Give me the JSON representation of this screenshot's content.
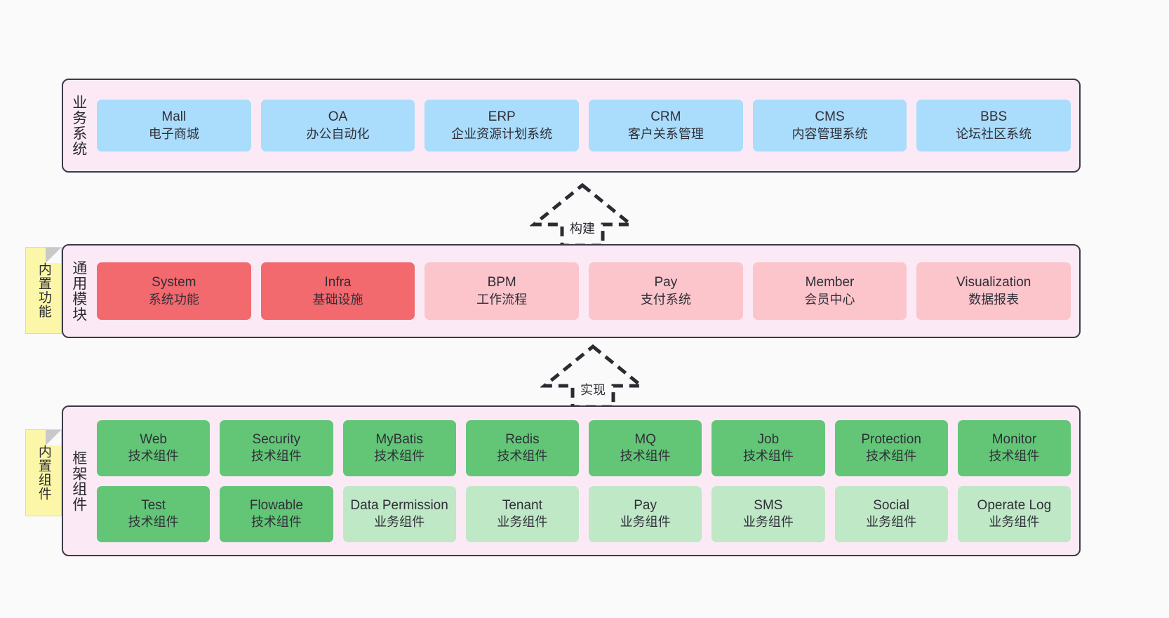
{
  "diagram": {
    "background_color": "#fafafa",
    "layer_background_color": "#fbeaf5",
    "layer_border_color": "#3b3b47",
    "sticky_color": "#fcf7a8"
  },
  "layers": [
    {
      "id": "business",
      "caption": "业务系统",
      "card_color": "#aadcfb",
      "cards": [
        {
          "title": "Mall",
          "subtitle": "电子商城"
        },
        {
          "title": "OA",
          "subtitle": "办公自动化"
        },
        {
          "title": "ERP",
          "subtitle": "企业资源计划系统"
        },
        {
          "title": "CRM",
          "subtitle": "客户关系管理"
        },
        {
          "title": "CMS",
          "subtitle": "内容管理系统"
        },
        {
          "title": "BBS",
          "subtitle": "论坛社区系统"
        }
      ]
    },
    {
      "id": "common",
      "caption": "通用模块",
      "sticky": "内置功能",
      "card_color_strong": "#f2696e",
      "card_color_soft": "#fbc5cb",
      "cards": [
        {
          "title": "System",
          "subtitle": "系统功能",
          "style": "red"
        },
        {
          "title": "Infra",
          "subtitle": "基础设施",
          "style": "red"
        },
        {
          "title": "BPM",
          "subtitle": "工作流程",
          "style": "pink"
        },
        {
          "title": "Pay",
          "subtitle": "支付系统",
          "style": "pink"
        },
        {
          "title": "Member",
          "subtitle": "会员中心",
          "style": "pink"
        },
        {
          "title": "Visualization",
          "subtitle": "数据报表",
          "style": "pink"
        }
      ]
    },
    {
      "id": "framework",
      "caption": "框架组件",
      "sticky": "内置组件",
      "card_color_strong": "#63c677",
      "card_color_soft": "#bfe8c6",
      "row1": [
        {
          "title": "Web",
          "subtitle": "技术组件",
          "style": "green"
        },
        {
          "title": "Security",
          "subtitle": "技术组件",
          "style": "green"
        },
        {
          "title": "MyBatis",
          "subtitle": "技术组件",
          "style": "green"
        },
        {
          "title": "Redis",
          "subtitle": "技术组件",
          "style": "green"
        },
        {
          "title": "MQ",
          "subtitle": "技术组件",
          "style": "green"
        },
        {
          "title": "Job",
          "subtitle": "技术组件",
          "style": "green"
        },
        {
          "title": "Protection",
          "subtitle": "技术组件",
          "style": "green"
        },
        {
          "title": "Monitor",
          "subtitle": "技术组件",
          "style": "green"
        }
      ],
      "row2": [
        {
          "title": "Test",
          "subtitle": "技术组件",
          "style": "green"
        },
        {
          "title": "Flowable",
          "subtitle": "技术组件",
          "style": "green"
        },
        {
          "title": "Data Permission",
          "subtitle": "业务组件",
          "style": "lightgreen"
        },
        {
          "title": "Tenant",
          "subtitle": "业务组件",
          "style": "lightgreen"
        },
        {
          "title": "Pay",
          "subtitle": "业务组件",
          "style": "lightgreen"
        },
        {
          "title": "SMS",
          "subtitle": "业务组件",
          "style": "lightgreen"
        },
        {
          "title": "Social",
          "subtitle": "业务组件",
          "style": "lightgreen"
        },
        {
          "title": "Operate Log",
          "subtitle": "业务组件",
          "style": "lightgreen"
        }
      ]
    }
  ],
  "connectors": [
    {
      "id": "build",
      "label": "构建",
      "direction": "up"
    },
    {
      "id": "realize",
      "label": "实现",
      "direction": "up"
    }
  ]
}
